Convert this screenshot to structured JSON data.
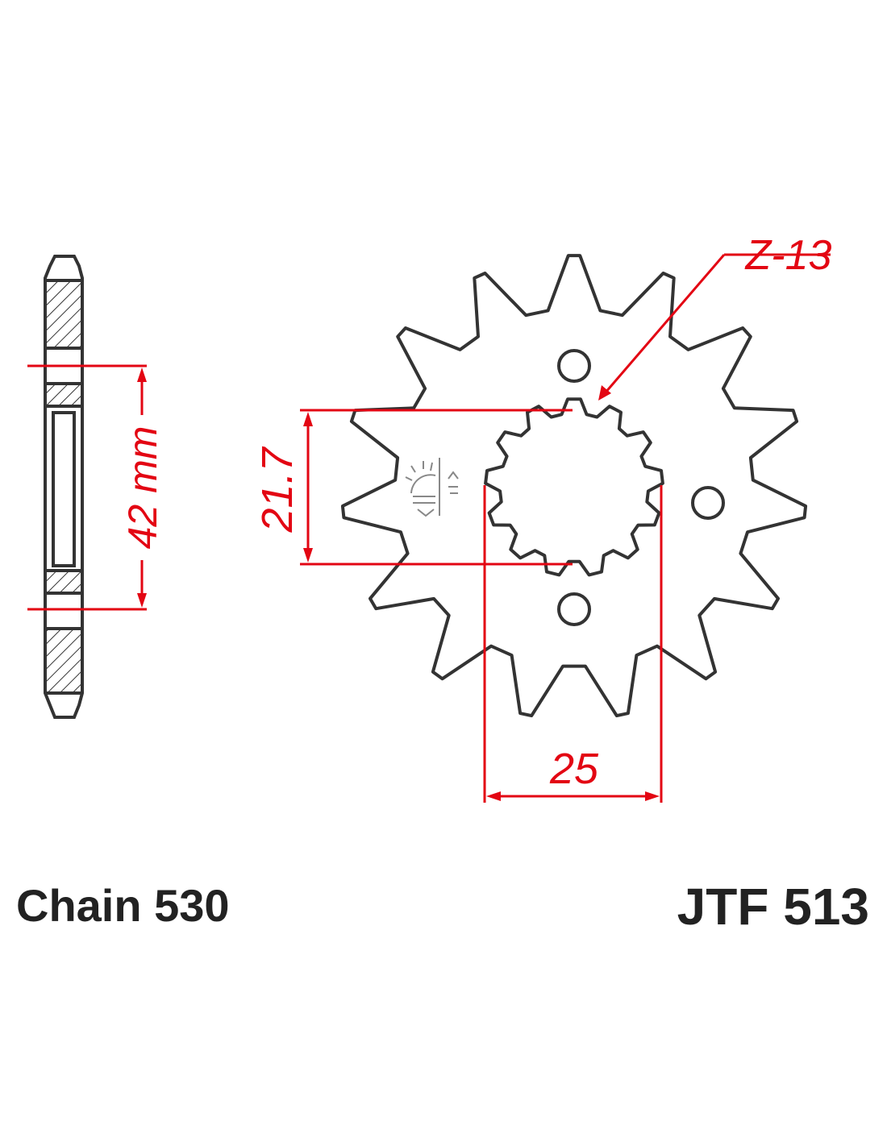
{
  "colors": {
    "outline": "#333333",
    "dimension": "#e30613",
    "caption": "#222222"
  },
  "sprocket": {
    "teeth": 15,
    "spline_label": "Z-13",
    "splines": 13,
    "dim_spline_height": "21.7",
    "dim_spline_width": "25",
    "logo_icon": "jt-sunrise-logo-icon"
  },
  "side_view": {
    "dim_offset": "42 mm"
  },
  "captions": {
    "chain": "Chain 530",
    "part_number": "JTF 513"
  }
}
